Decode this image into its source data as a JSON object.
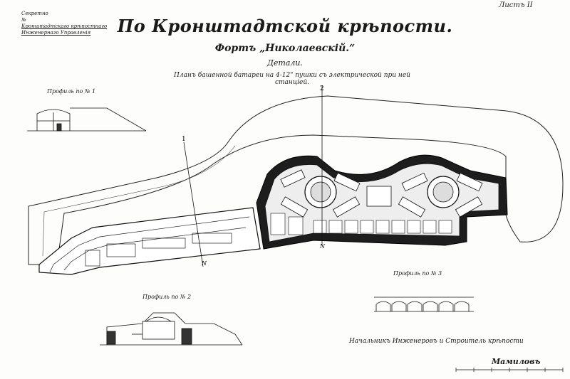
{
  "header": {
    "sheet_label": "Листъ II",
    "title": "По Кронштадтской крѣпости.",
    "fort": "Фортъ „Николаевскiй.“",
    "details": "Детали.",
    "plan_caption": "Планъ башенной батареи на 4-12\" пушки съ электрической при ней станцiей."
  },
  "secret_stamp": {
    "line1": "Секретно",
    "line2": "№",
    "line3": "Кронштадтскаго крѣпостнаго",
    "line4": "Инженернаго Управленiя"
  },
  "profiles": {
    "p1": "Профиль по № 1",
    "p2": "Профиль по № 2",
    "p3": "Профиль по № 3"
  },
  "section_marks": {
    "m1": "1",
    "m2": "2",
    "n1": "N",
    "n2": "N"
  },
  "footer": {
    "chief": "Начальникъ Инженеровъ и Строитель крѣпости",
    "signature": "Мамиловъ"
  }
}
